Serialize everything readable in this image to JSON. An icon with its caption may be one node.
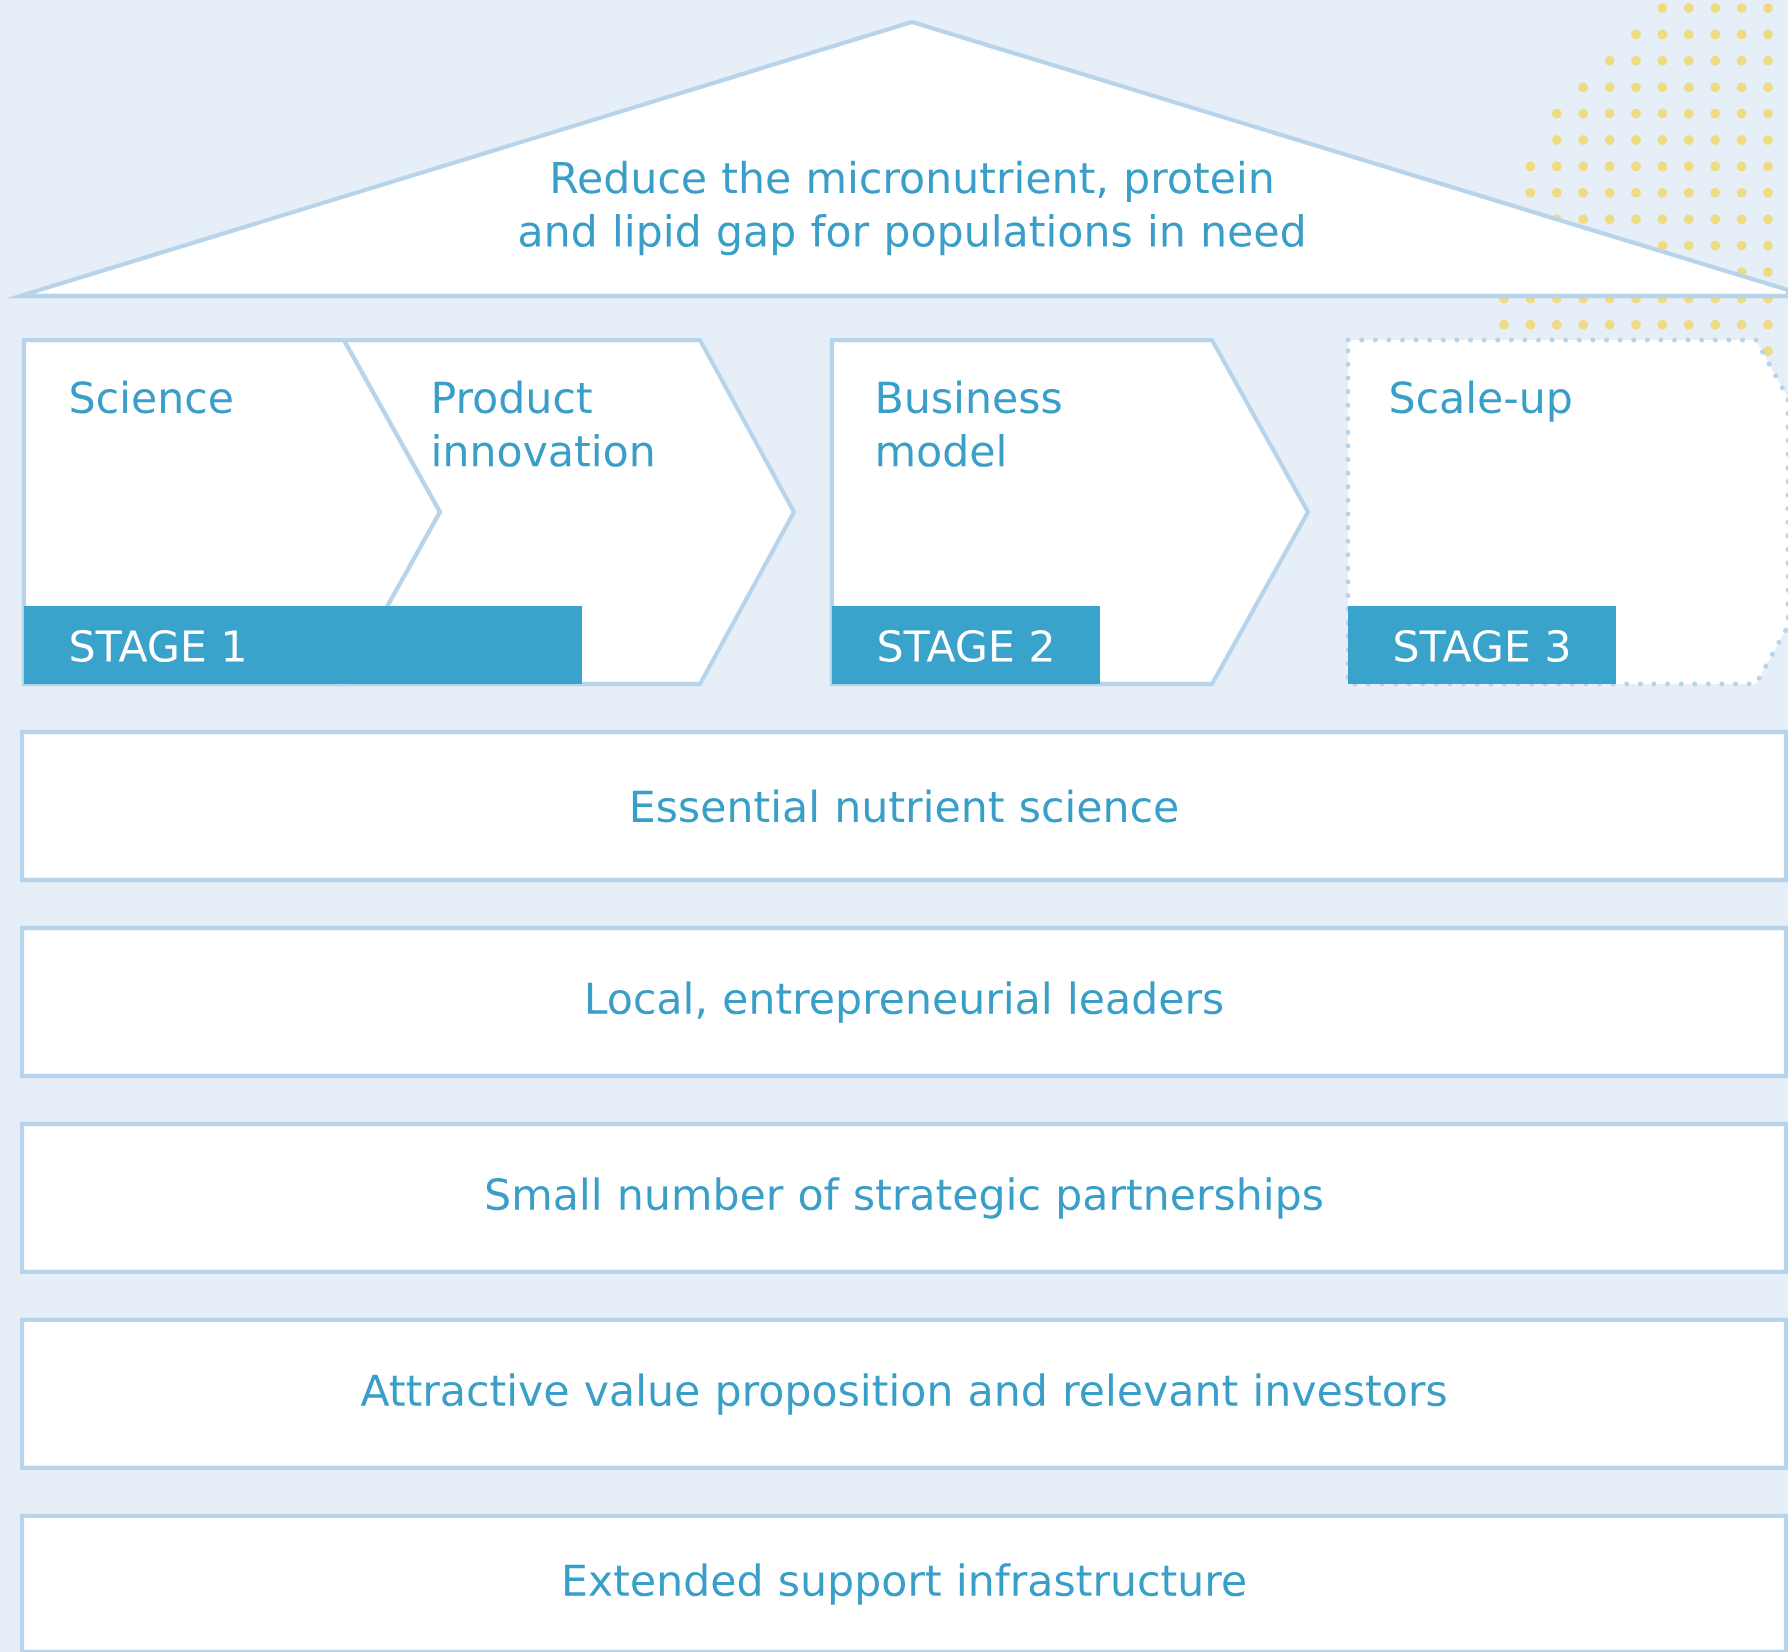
{
  "diagram": {
    "nodes": [
      {
        "text": [
          "Reduce the micronutrient, protein and lipid gap for populations in need"
        ]
      },
      {
        "text": [
          "Science"
        ]
      },
      {
        "text": [
          "Product innovation"
        ]
      },
      {
        "text": [
          "STAGE 1"
        ]
      },
      {
        "text": [
          "Business model"
        ]
      },
      {
        "text": [
          "STAGE 2"
        ],
        "in": 4
      },
      {
        "text": [
          "Scale-up"
        ]
      },
      {
        "text": [
          "STAGE 3"
        ],
        "in": 6
      },
      {
        "text": [
          "Essential nutrient science"
        ]
      },
      {
        "text": [
          "Local, entrepreneurial leaders"
        ]
      },
      {
        "text": [
          "Small number of strategic partnerships"
        ]
      },
      {
        "text": [
          "Attractive value proposition and relevant investors"
        ]
      },
      {
        "text": [
          "Extended support infrastructure"
        ]
      }
    ]
  }
}
